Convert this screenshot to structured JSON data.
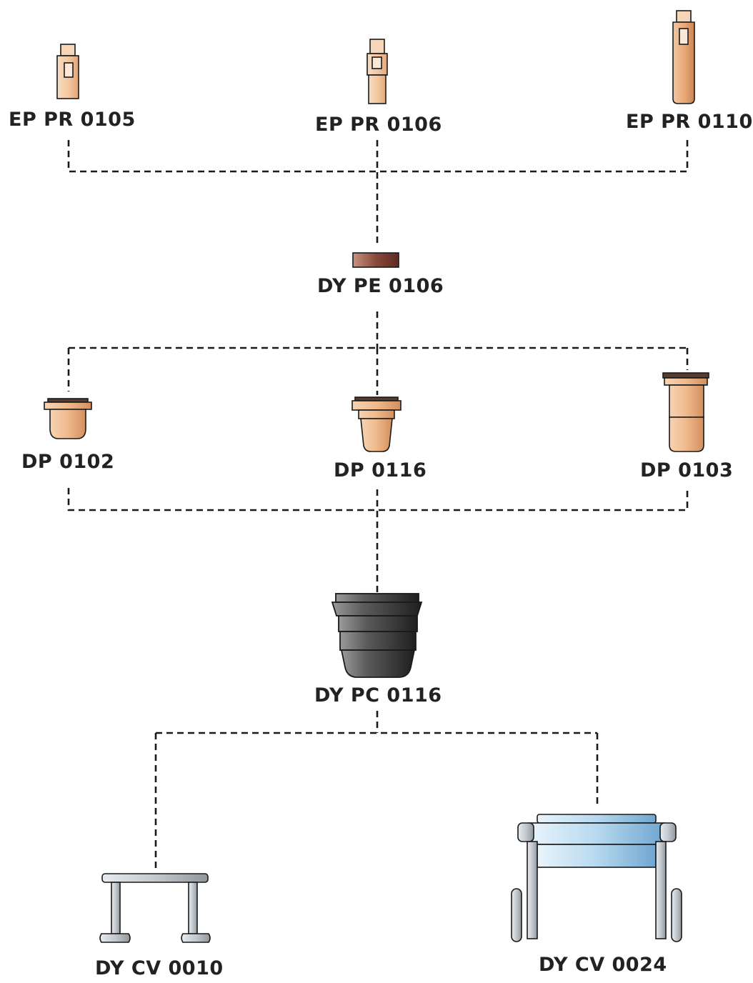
{
  "parts": {
    "ep_pr_0105": "EP PR 0105",
    "ep_pr_0106": "EP PR 0106",
    "ep_pr_0110": "EP PR 0110",
    "dy_pe_0106": "DY PE 0106",
    "dp_0102": "DP 0102",
    "dp_0116": "DP 0116",
    "dp_0103": "DP 0103",
    "dy_pc_0116": "DY PC 0116",
    "dy_cv_0010": "DY CV 0010",
    "dy_cv_0024": "DY CV 0024"
  },
  "colors": {
    "electrode": "#f2c9a4",
    "nozzle": "#efb98c",
    "swirl_ring": "#8a4a3c",
    "cap": "#3e3e3e",
    "shield": "#b8d8ee",
    "line": "#1a1a1a"
  }
}
